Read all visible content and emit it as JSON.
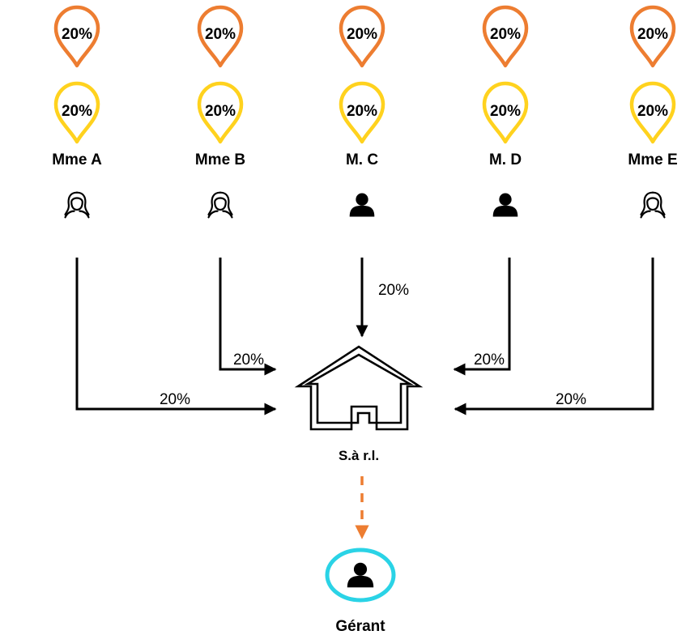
{
  "colors": {
    "pin_top": "#ed7d31",
    "pin_bottom": "#ffd21e",
    "arrow": "#000000",
    "dashed_arrow": "#ed7d31",
    "manager_ring": "#2ad3e6"
  },
  "shareholders": [
    {
      "name": "Mme A",
      "icon": "woman-icon",
      "pin_top": "20%",
      "pin_bottom": "20%",
      "edge_label": "20%"
    },
    {
      "name": "Mme B",
      "icon": "woman-icon",
      "pin_top": "20%",
      "pin_bottom": "20%",
      "edge_label": "20%"
    },
    {
      "name": "M. C",
      "icon": "man-icon",
      "pin_top": "20%",
      "pin_bottom": "20%",
      "edge_label": "20%"
    },
    {
      "name": "M. D",
      "icon": "man-icon",
      "pin_top": "20%",
      "pin_bottom": "20%",
      "edge_label": "20%"
    },
    {
      "name": "Mme E",
      "icon": "woman-icon",
      "pin_top": "20%",
      "pin_bottom": "20%",
      "edge_label": "20%"
    }
  ],
  "company": {
    "label": "S.à r.l.",
    "icon": "house-icon"
  },
  "manager": {
    "label": "Gérant",
    "icon": "man-icon"
  }
}
